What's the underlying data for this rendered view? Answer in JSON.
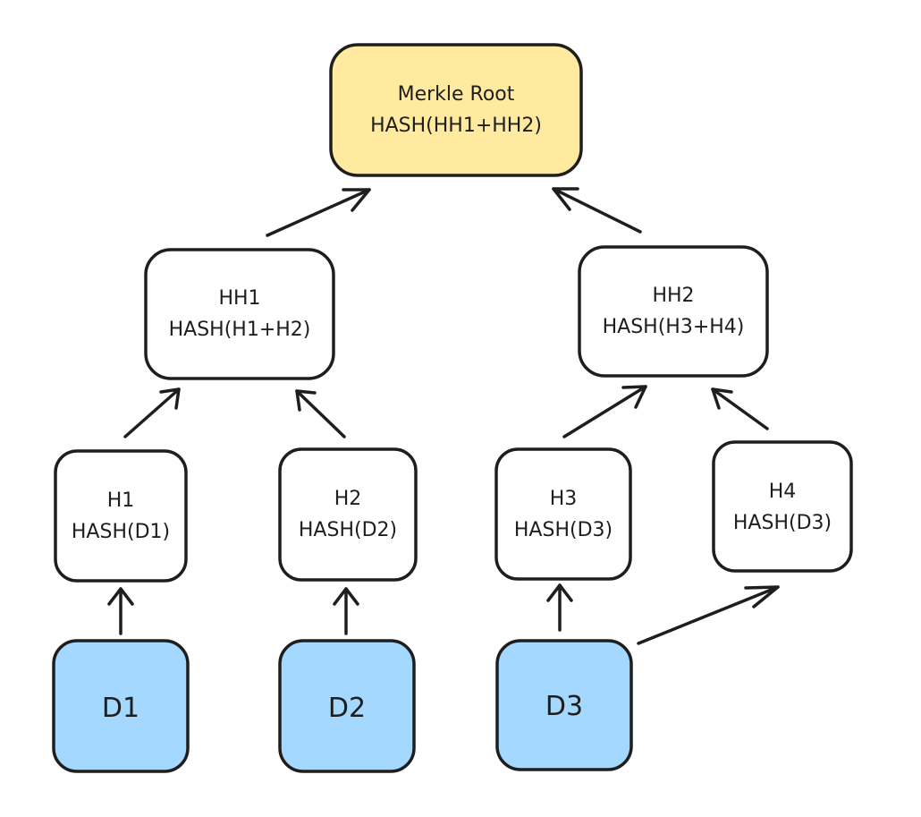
{
  "colors": {
    "root_fill": "#ffeaa0",
    "leaf_fill": "#a5d8ff",
    "node_fill": "#ffffff",
    "stroke": "#1e1e1e"
  },
  "root": {
    "line1": "Merkle Root",
    "line2": "HASH(HH1+HH2)"
  },
  "hh1": {
    "line1": "HH1",
    "line2": "HASH(H1+H2)"
  },
  "hh2": {
    "line1": "HH2",
    "line2": "HASH(H3+H4)"
  },
  "h1": {
    "line1": "H1",
    "line2": "HASH(D1)"
  },
  "h2": {
    "line1": "H2",
    "line2": "HASH(D2)"
  },
  "h3": {
    "line1": "H3",
    "line2": "HASH(D3)"
  },
  "h4": {
    "line1": "H4",
    "line2": "HASH(D3)"
  },
  "d1": {
    "label": "D1"
  },
  "d2": {
    "label": "D2"
  },
  "d3": {
    "label": "D3"
  }
}
